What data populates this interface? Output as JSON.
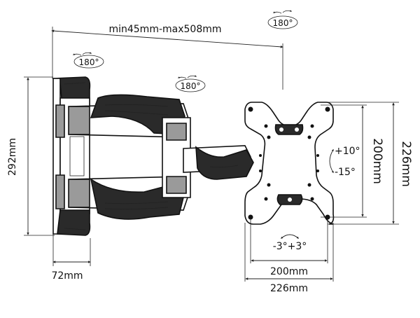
{
  "dimensions": {
    "extension_range": "min45mm-max508mm",
    "height_overall": "292mm",
    "wall_plate_depth": "72mm",
    "vesa_horizontal_min": "200mm",
    "vesa_horizontal_max": "226mm",
    "vesa_vertical_min": "200mm",
    "vesa_vertical_max": "226mm"
  },
  "rotations": {
    "wall_swivel": "180°",
    "arm_swivel": "180°",
    "head_swivel": "180°"
  },
  "tilt": {
    "up": "+10°",
    "down": "-15°"
  },
  "level_adjust": "-3°+3°",
  "colors": {
    "line": "#111111",
    "arm_fill": "#2a2a2a",
    "grey_fill": "#9a9a9a"
  }
}
